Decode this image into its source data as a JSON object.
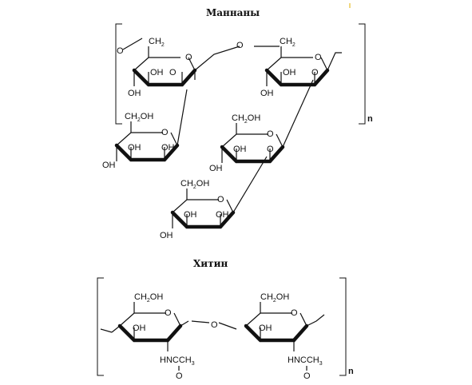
{
  "titles": {
    "mannans": "Маннаны",
    "chitin": "Хитин"
  },
  "labels": {
    "oh": "OH",
    "ring_o": "O",
    "ch2oh_pre": "CH",
    "ch2oh_sub": "2",
    "ch2oh_post": "OH",
    "ch2_pre": "CH",
    "ch2_sub": "2",
    "nhcch3_a": "HNCCH",
    "nhcch3_sub": "3",
    "carbonyl_o": "O",
    "repeat_n": "n"
  },
  "colors": {
    "ink": "#111111",
    "accent_mark": "#e0b000"
  }
}
